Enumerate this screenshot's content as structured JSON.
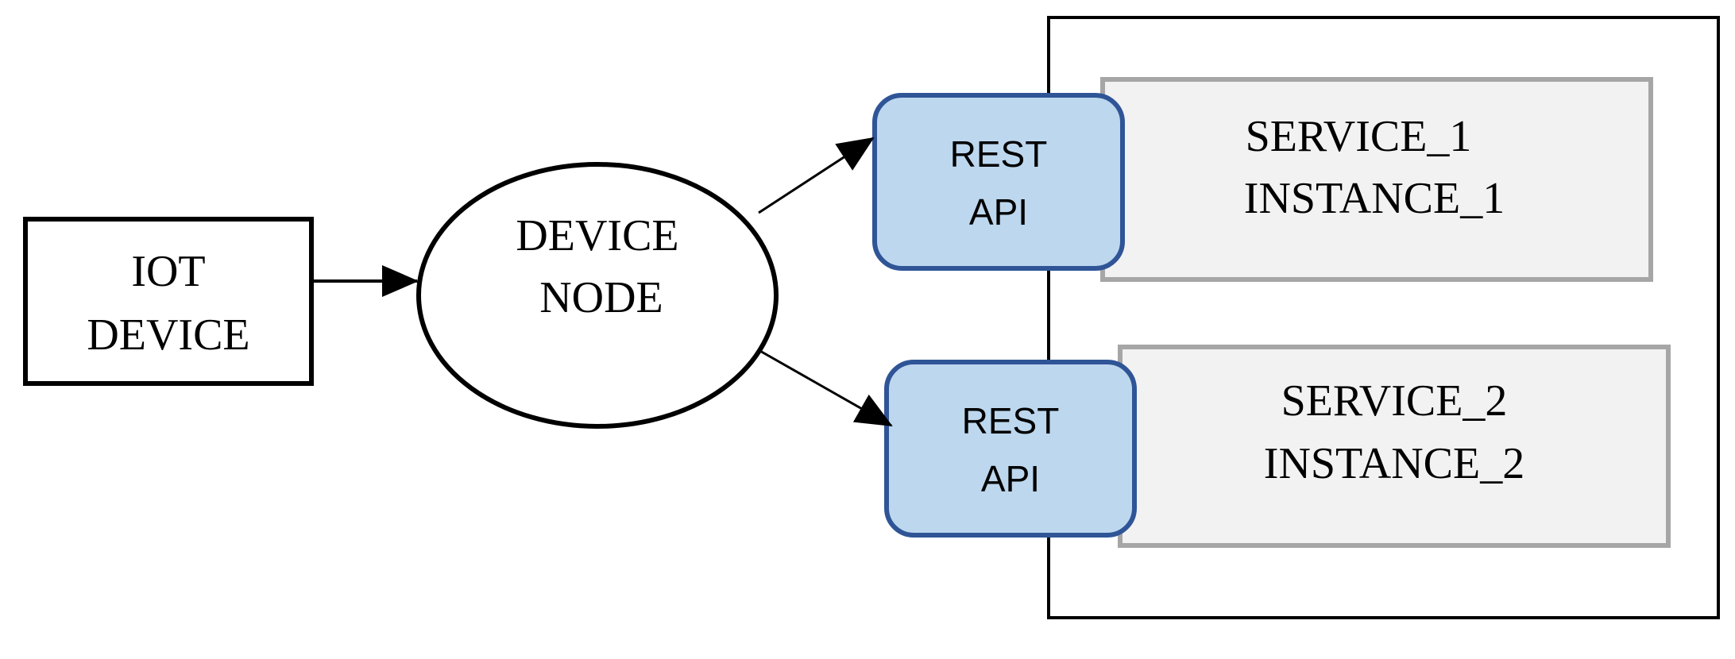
{
  "colors": {
    "outline": "#000000",
    "api_fill": "#bdd7ee",
    "api_stroke": "#2f5597",
    "service_fill": "#f2f2f2",
    "service_stroke": "#a6a6a6",
    "background": "#ffffff"
  },
  "nodes": {
    "iot_device": {
      "line1": "IOT",
      "line2": "DEVICE"
    },
    "device_node": {
      "line1": "DEVICE",
      "line2": "NODE"
    },
    "rest_api_1": {
      "line1": "REST",
      "line2": "API"
    },
    "rest_api_2": {
      "line1": "REST",
      "line2": "API"
    },
    "service_1": {
      "line1": "SERVICE_1",
      "line2": "INSTANCE_1"
    },
    "service_2": {
      "line1": "SERVICE_2",
      "line2": "INSTANCE_2"
    }
  }
}
